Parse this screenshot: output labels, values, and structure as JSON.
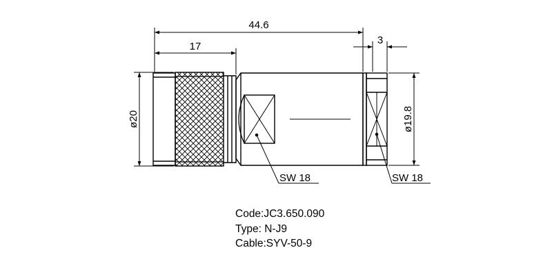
{
  "dimensions": {
    "overall_length": "44.6",
    "nut_length": "17",
    "clamp_length": "3",
    "nut_diameter": "ø20",
    "body_diameter": "ø19.8",
    "wrench_size_body": "SW 18",
    "wrench_size_clamp": "SW 18"
  },
  "info": {
    "code": "Code:JC3.650.090",
    "type": "Type: N-J9",
    "cable": "Cable:SYV-50-9"
  }
}
